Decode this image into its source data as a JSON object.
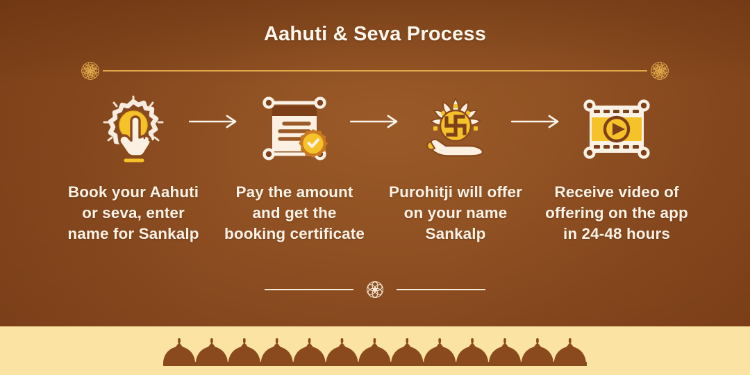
{
  "header": {
    "title": "Aahuti & Seva Process"
  },
  "colors": {
    "background_dark": "#7d401a",
    "background_mid": "#9a5a28",
    "gold_rule": "#e0a64a",
    "accent_yellow": "#f6c22a",
    "text_cream": "#fbf2e6",
    "footer_cream": "#fbe3a4",
    "dome_brown": "#8a4a1e"
  },
  "top_rule": {
    "left_ornament": "mandala-medallion-icon",
    "right_ornament": "mandala-medallion-icon"
  },
  "steps": [
    {
      "index": 1,
      "icon": "tap-hand-sun-icon",
      "label": "Book your Aahuti\nor seva, enter\nname for Sankalp"
    },
    {
      "index": 2,
      "icon": "certificate-seal-icon",
      "label": "Pay the amount\nand get the\nbooking certificate"
    },
    {
      "index": 3,
      "icon": "hand-lotus-swastika-icon",
      "label": "Purohitji will offer\non your name\nSankalp"
    },
    {
      "index": 4,
      "icon": "film-strip-play-icon",
      "label": "Receive video of\noffering on the app\nin 24-48 hours"
    }
  ],
  "connectors": [
    {
      "icon": "arrow-right-icon"
    },
    {
      "icon": "arrow-right-icon"
    },
    {
      "icon": "arrow-right-icon"
    }
  ],
  "bottom_divider": {
    "ornament": "flower-rosette-icon"
  },
  "footer": {
    "pattern": "temple-dome-border-icon",
    "dome_count": 13
  }
}
